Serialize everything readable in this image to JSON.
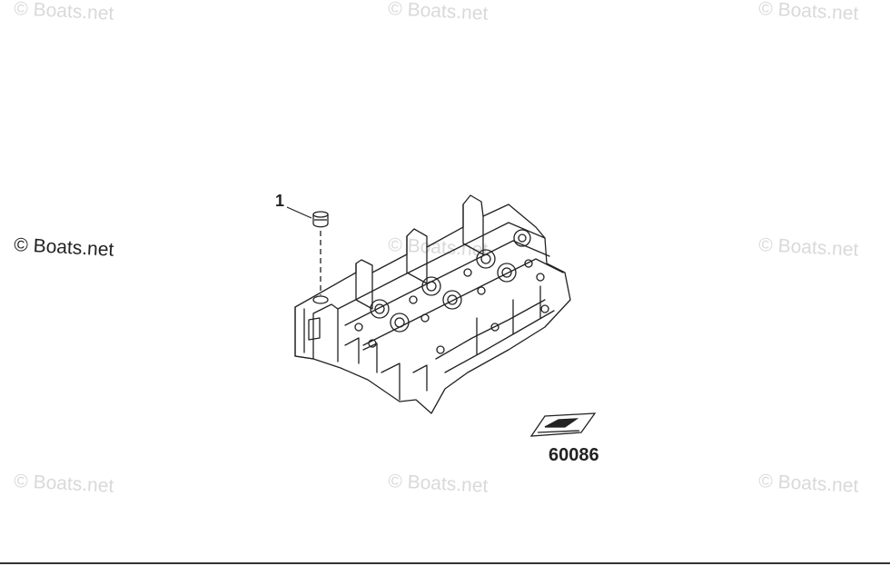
{
  "watermarks": {
    "text": "© Boats.net",
    "strong_text": "© Boats.net"
  },
  "diagram": {
    "callout_number": "1",
    "figure_number": "60086"
  },
  "colors": {
    "line": "#222222",
    "watermark": "#d9d9d9",
    "background": "#ffffff"
  }
}
